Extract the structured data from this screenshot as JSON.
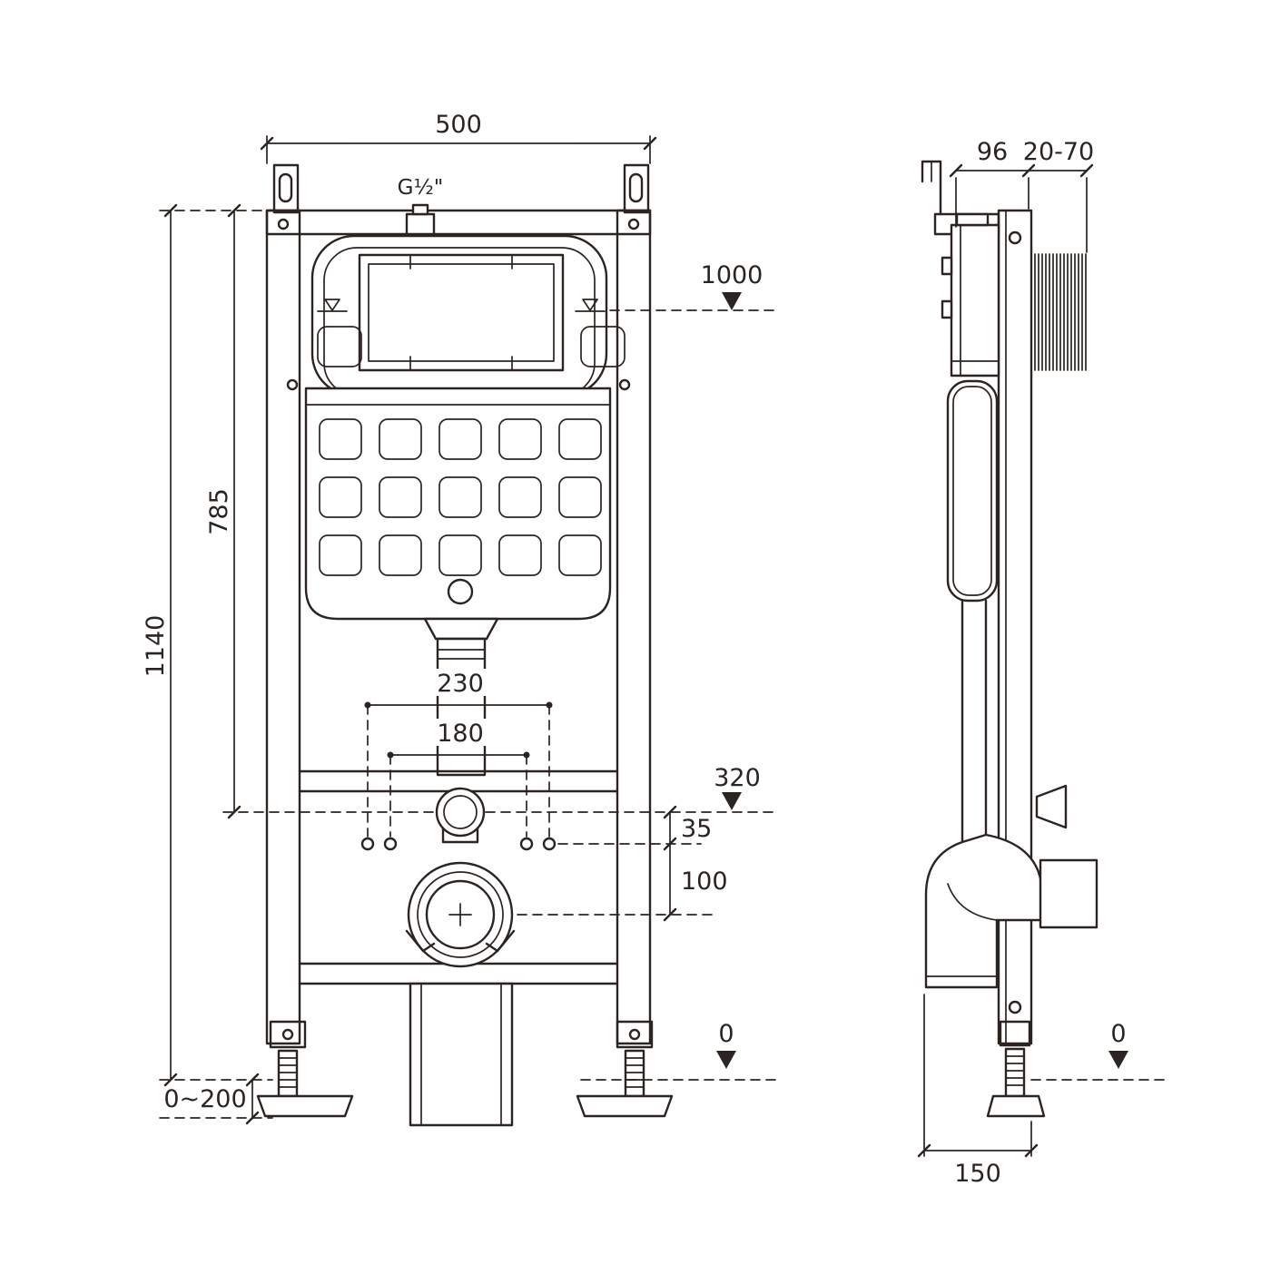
{
  "style": {
    "ink": "#2b2420",
    "background": "#ffffff"
  },
  "front": {
    "dim_width": "500",
    "thread_label": "G½\"",
    "dim_1000": "1000",
    "dim_785": "785",
    "dim_1140": "1140",
    "dim_230": "230",
    "dim_180": "180",
    "dim_320": "320",
    "dim_35": "35",
    "dim_100": "100",
    "dim_0": "0",
    "dim_foot": "0~200"
  },
  "side": {
    "dim_96": "96",
    "dim_2070": "20-70",
    "dim_0": "0",
    "dim_150": "150"
  }
}
